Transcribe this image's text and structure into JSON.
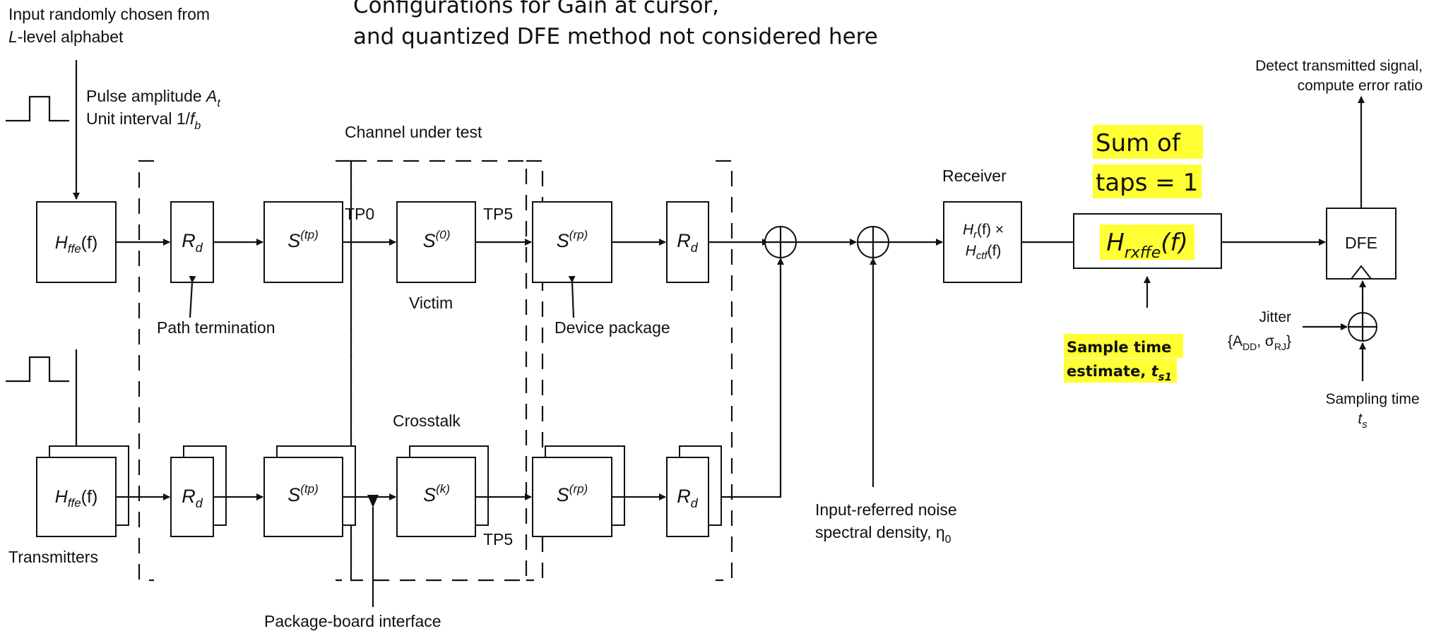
{
  "notes": {
    "top_note_line1": "Configurations for Gain at cursor,",
    "top_note_line2": "and quantized DFE method not considered here"
  },
  "input": {
    "line1": "Input randomly chosen from",
    "line2_var": "L",
    "line2_rest": "-level alphabet",
    "pulse_amp_text": "Pulse amplitude ",
    "pulse_amp_sym": "A",
    "pulse_amp_sub": "t",
    "unit_interval_text": "Unit interval 1/",
    "unit_interval_sym": "f",
    "unit_interval_sub": "b"
  },
  "blocks": {
    "hffe_main": "H",
    "hffe_sub": "ffe",
    "hffe_arg": "(f)",
    "rd_main": "R",
    "rd_sub": "d",
    "s_main": "S",
    "s_tp_sup": "(tp)",
    "s_0_sup": "(0)",
    "s_rp_sup": "(rp)",
    "s_k_sup": "(k)",
    "dfe": "DFE",
    "rx_line1": "H",
    "rx_line1_sub": "r",
    "rx_line1_rest": "(f) ×",
    "rx_line2": "H",
    "rx_line2_sub": "ctf",
    "rx_line2_rest": "(f)",
    "rxffe_main": "H",
    "rxffe_sub": "rxffe",
    "rxffe_arg": "(f)"
  },
  "labels": {
    "channel_under_test": "Channel under test",
    "tp0": "TP0",
    "tp5": "TP5",
    "tp5_lower": "TP5",
    "victim": "Victim",
    "crosstalk": "Crosstalk",
    "path_termination": "Path termination",
    "device_package": "Device package",
    "package_board": "Package-board interface",
    "transmitters": "Transmitters",
    "receiver": "Receiver",
    "noise_line1": "Input-referred noise",
    "noise_line2": "spectral density, η",
    "noise_sub": "0",
    "detect_line1": "Detect transmitted signal,",
    "detect_line2": "compute error ratio",
    "jitter": "Jitter",
    "jitter_params": "{A",
    "jitter_add": "DD",
    "jitter_sep": ", σ",
    "jitter_rj": "RJ",
    "jitter_close": "}",
    "sampling_time": "Sampling time",
    "sampling_sym": "t",
    "sampling_sub": "s",
    "sum_taps_line1": "Sum of",
    "sum_taps_line2": "taps = 1",
    "sample_est_line1": "Sample time",
    "sample_est_line2": "estimate, ",
    "sample_est_sym": "t",
    "sample_est_sub": "s1"
  },
  "colors": {
    "highlight": "#ffff33",
    "ink": "#111111"
  }
}
